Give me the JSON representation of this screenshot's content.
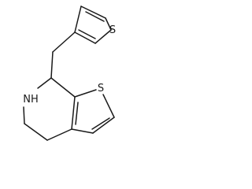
{
  "molecule": {
    "atom_labels": {
      "thiophene_top_sulfur": "S",
      "thiophene_fused_sulfur": "S",
      "amine_nitrogen": "NH"
    },
    "ring_count": 3,
    "line_color": "#1a1a1a",
    "background_color": "#ffffff"
  }
}
